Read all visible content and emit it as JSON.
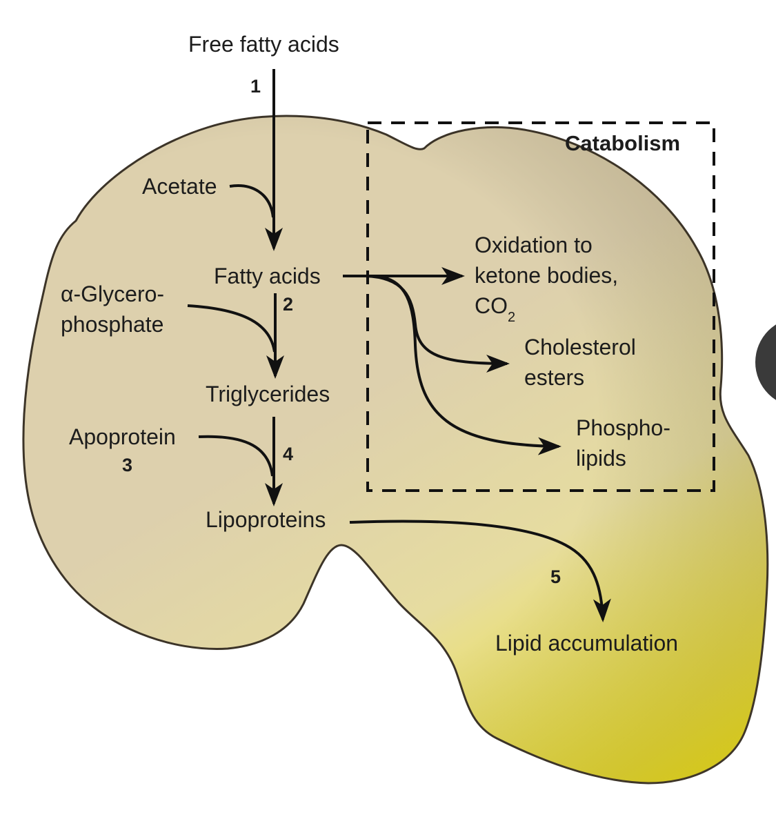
{
  "colors": {
    "liver_base": "#ddd0ad",
    "liver_yellow": "#f6ea1e",
    "outline": "#3c3428",
    "arrow": "#111111",
    "side_button": "#3a3a3a"
  },
  "labels": {
    "free_fatty_acids": "Free fatty acids",
    "acetate": "Acetate",
    "fatty_acids": "Fatty acids",
    "glycerophosphate_line1": "α-Glycero-",
    "glycerophosphate_line2": "phosphate",
    "triglycerides": "Triglycerides",
    "apoprotein": "Apoprotein",
    "lipoproteins": "Lipoproteins",
    "catabolism": "Catabolism",
    "oxidation_line1": "Oxidation to",
    "oxidation_line2": "ketone bodies,",
    "oxidation_line3": "CO",
    "oxidation_subscript": "2",
    "cholesterol_line1": "Cholesterol",
    "cholesterol_line2": "esters",
    "phospholipids_line1": "Phospho-",
    "phospholipids_line2": "lipids",
    "lipid_accumulation": "Lipid accumulation"
  },
  "steps": {
    "step1": "1",
    "step2": "2",
    "step3": "3",
    "step4": "4",
    "step5": "5"
  }
}
